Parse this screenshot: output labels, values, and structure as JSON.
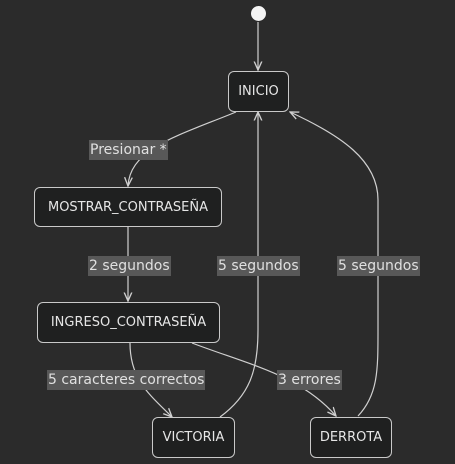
{
  "diagram": {
    "states": {
      "inicio": "INICIO",
      "mostrar": "MOSTRAR_CONTRASEÑA",
      "ingreso": "INGRESO_CONTRASEÑA",
      "victoria": "VICTORIA",
      "derrota": "DERROTA"
    },
    "transitions": {
      "presionar": "Presionar *",
      "dos_segundos": "2 segundos",
      "cinco_caracteres": "5 caracteres correctos",
      "tres_errores": "3 errores",
      "victoria_cinco_segundos": "5 segundos",
      "derrota_cinco_segundos": "5 segundos"
    }
  },
  "colors": {
    "background": "#2b2b2b",
    "state_fill": "#1f2020",
    "state_border": "#c9c9c9",
    "edge": "#d0d0d0",
    "label_bg": "#585858",
    "start_dot": "#f4f4f4"
  }
}
